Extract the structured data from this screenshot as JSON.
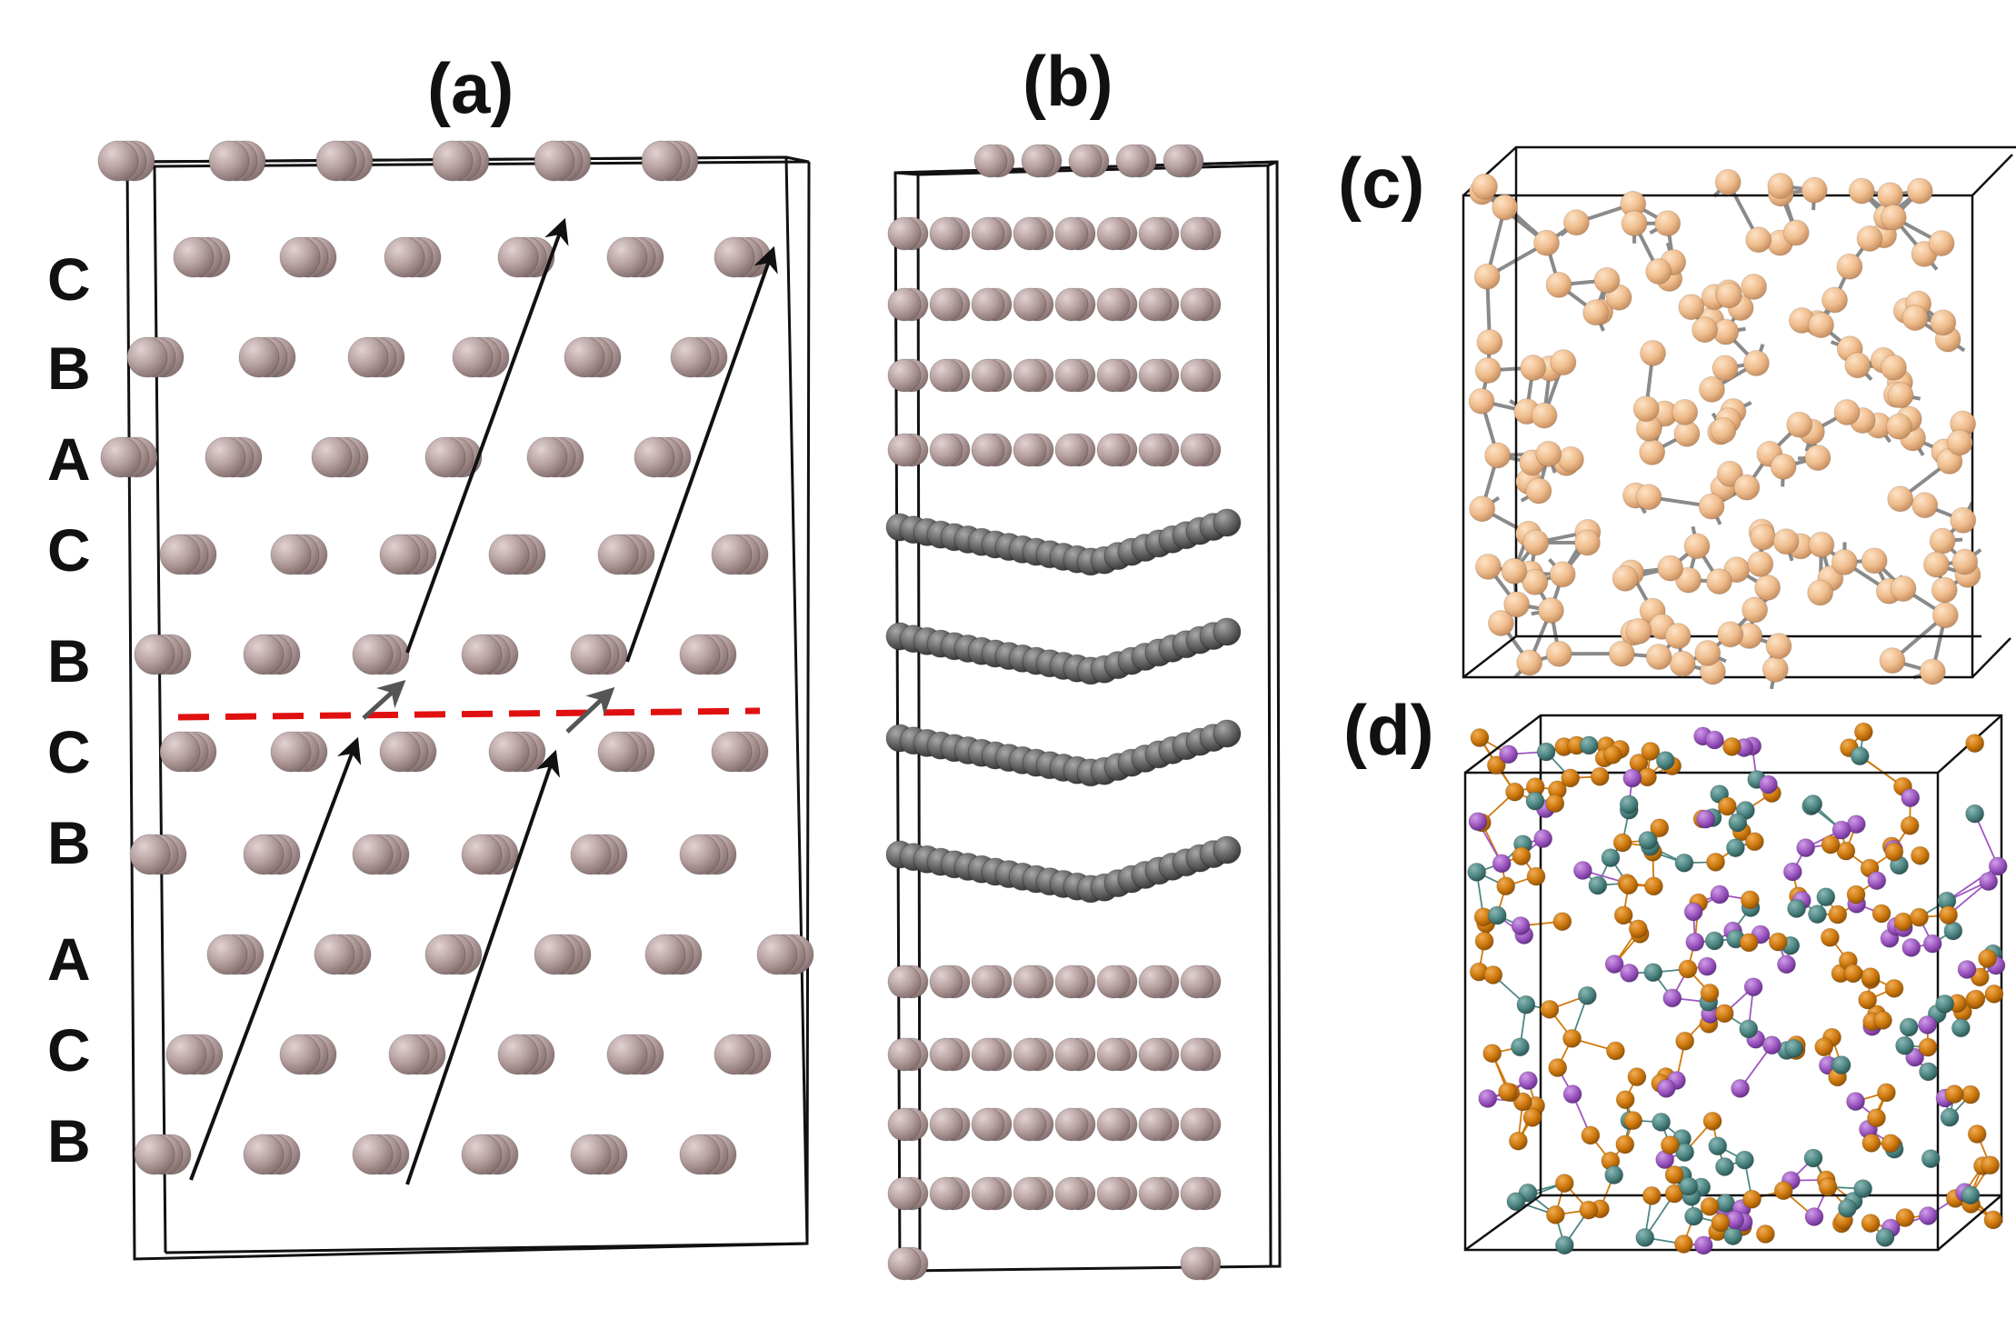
{
  "panels": {
    "a": {
      "label": "(a)"
    },
    "b": {
      "label": "(b)"
    },
    "c": {
      "label": "(c)"
    },
    "d": {
      "label": "(d)"
    }
  },
  "stacking_sequence": [
    "C",
    "B",
    "A",
    "C",
    "B",
    "C",
    "B",
    "A",
    "C",
    "B"
  ],
  "colors": {
    "atom_pink": "#b8a2a2",
    "atom_gray": "#6a6a6a",
    "atom_tan": "#efbc8c",
    "atom_orange": "#d07a0e",
    "atom_teal": "#4e8784",
    "atom_purple": "#9e58c2",
    "bond_gray": "#8a8a8a",
    "fault_line": "#e01010",
    "frame": "#111111"
  },
  "icons": {
    "atom": "sphere-icon",
    "arrow": "arrow-icon"
  }
}
